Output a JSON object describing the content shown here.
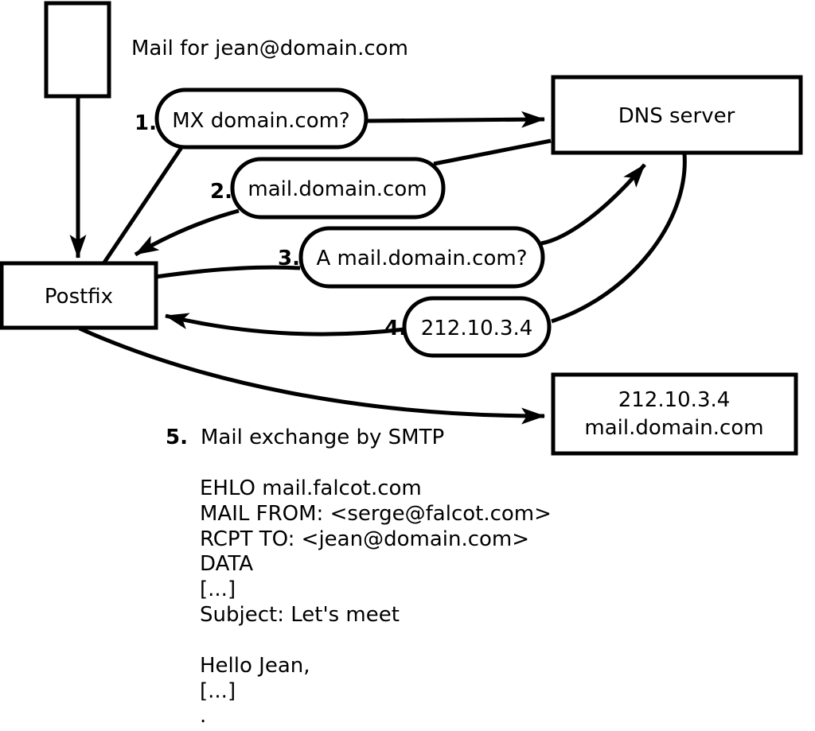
{
  "header": {
    "title": "Mail for jean@domain.com"
  },
  "nodes": {
    "postfix": {
      "label": "Postfix"
    },
    "dns": {
      "label": "DNS server"
    },
    "mailserver": {
      "line1": "212.10.3.4",
      "line2": "mail.domain.com"
    }
  },
  "steps": [
    {
      "num": "1.",
      "label": "MX domain.com?"
    },
    {
      "num": "2.",
      "label": "mail.domain.com"
    },
    {
      "num": "3.",
      "label": "A mail.domain.com?"
    },
    {
      "num": "4.",
      "label": "212.10.3.4"
    },
    {
      "num": "5.",
      "label": "Mail exchange by SMTP"
    }
  ],
  "smtp_session": {
    "lines": [
      "EHLO mail.falcot.com",
      "MAIL FROM: <serge@falcot.com>",
      "RCPT TO: <jean@domain.com>",
      "DATA",
      "[...]",
      "Subject: Let's meet",
      "",
      "Hello Jean,",
      "[...]",
      "."
    ]
  }
}
